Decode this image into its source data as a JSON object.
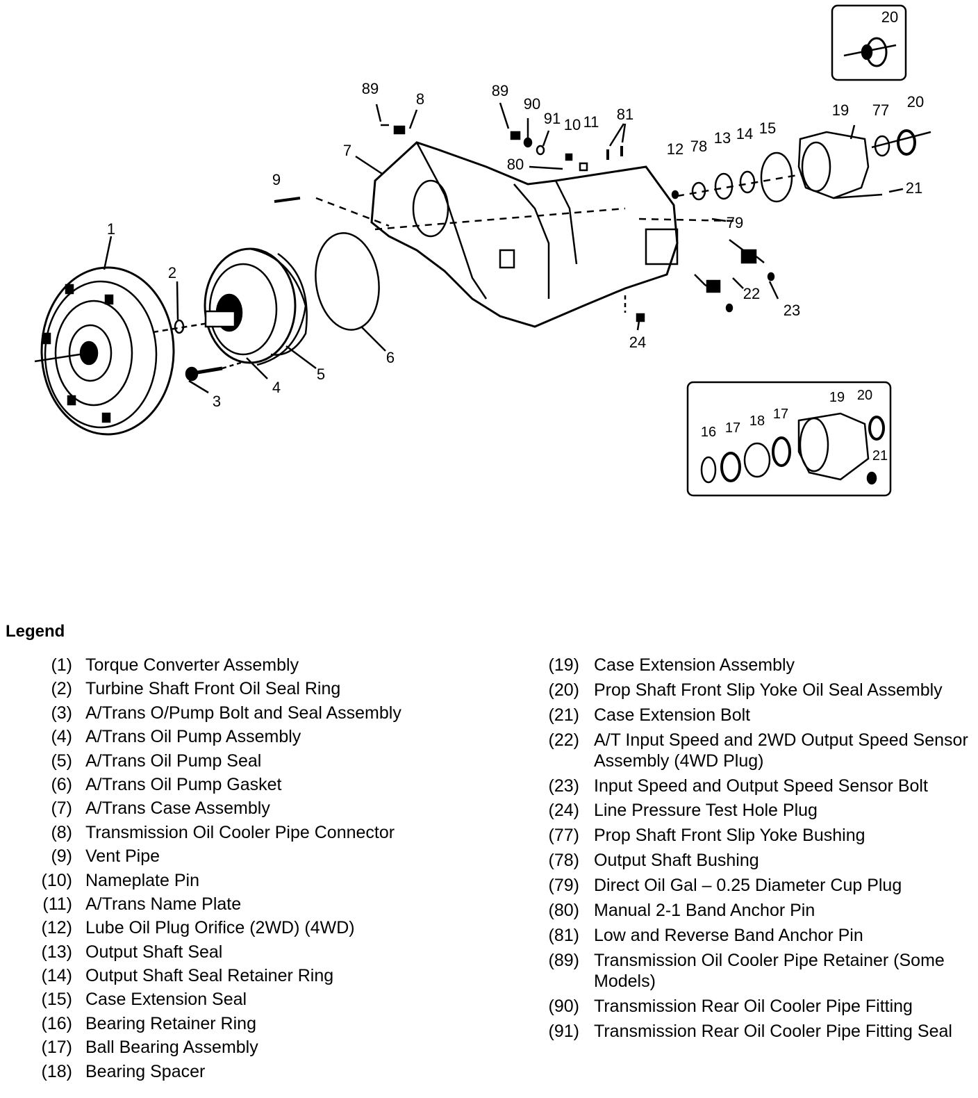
{
  "diagram": {
    "callouts": [
      "1",
      "2",
      "3",
      "4",
      "5",
      "6",
      "7",
      "8",
      "9",
      "89",
      "89",
      "90",
      "91",
      "10",
      "11",
      "81",
      "80",
      "12",
      "78",
      "13",
      "14",
      "15",
      "19",
      "77",
      "20",
      "20",
      "21",
      "79",
      "22",
      "23",
      "24",
      "19",
      "20",
      "16",
      "17",
      "18",
      "17",
      "21"
    ]
  },
  "legend": {
    "title": "Legend",
    "left": [
      {
        "num": "(1)",
        "label": "Torque Converter Assembly"
      },
      {
        "num": "(2)",
        "label": "Turbine Shaft Front Oil Seal Ring"
      },
      {
        "num": "(3)",
        "label": "A/Trans O/Pump Bolt and Seal Assembly"
      },
      {
        "num": "(4)",
        "label": "A/Trans Oil Pump Assembly"
      },
      {
        "num": "(5)",
        "label": "A/Trans Oil Pump Seal"
      },
      {
        "num": "(6)",
        "label": "A/Trans Oil Pump Gasket"
      },
      {
        "num": "(7)",
        "label": "A/Trans Case Assembly"
      },
      {
        "num": "(8)",
        "label": "Transmission Oil Cooler Pipe Connector"
      },
      {
        "num": "(9)",
        "label": "Vent Pipe"
      },
      {
        "num": "(10)",
        "label": "Nameplate Pin"
      },
      {
        "num": "(11)",
        "label": "A/Trans Name Plate"
      },
      {
        "num": "(12)",
        "label": "Lube Oil Plug Orifice (2WD) (4WD)"
      },
      {
        "num": "(13)",
        "label": "Output Shaft Seal"
      },
      {
        "num": "(14)",
        "label": "Output Shaft Seal Retainer Ring"
      },
      {
        "num": "(15)",
        "label": "Case Extension Seal"
      },
      {
        "num": "(16)",
        "label": "Bearing Retainer Ring"
      },
      {
        "num": "(17)",
        "label": "Ball Bearing Assembly"
      },
      {
        "num": "(18)",
        "label": "Bearing Spacer"
      }
    ],
    "right": [
      {
        "num": "(19)",
        "label": "Case Extension Assembly"
      },
      {
        "num": "(20)",
        "label": "Prop Shaft Front Slip Yoke Oil Seal Assembly"
      },
      {
        "num": "(21)",
        "label": "Case Extension Bolt"
      },
      {
        "num": "(22)",
        "label": "A/T Input Speed and 2WD Output Speed Sensor Assembly (4WD Plug)"
      },
      {
        "num": "(23)",
        "label": "Input Speed and Output Speed Sensor Bolt"
      },
      {
        "num": "(24)",
        "label": "Line Pressure Test Hole Plug"
      },
      {
        "num": "(77)",
        "label": "Prop Shaft Front Slip Yoke Bushing"
      },
      {
        "num": "(78)",
        "label": "Output Shaft Bushing"
      },
      {
        "num": "(79)",
        "label": "Direct Oil Gal – 0.25 Diameter Cup Plug"
      },
      {
        "num": "(80)",
        "label": "Manual 2-1 Band Anchor Pin"
      },
      {
        "num": "(81)",
        "label": "Low and Reverse Band Anchor Pin"
      },
      {
        "num": "(89)",
        "label": "Transmission Oil Cooler Pipe Retainer (Some Models)"
      },
      {
        "num": "(90)",
        "label": "Transmission Rear Oil Cooler Pipe Fitting"
      },
      {
        "num": "(91)",
        "label": "Transmission Rear Oil Cooler Pipe Fitting Seal"
      }
    ]
  }
}
